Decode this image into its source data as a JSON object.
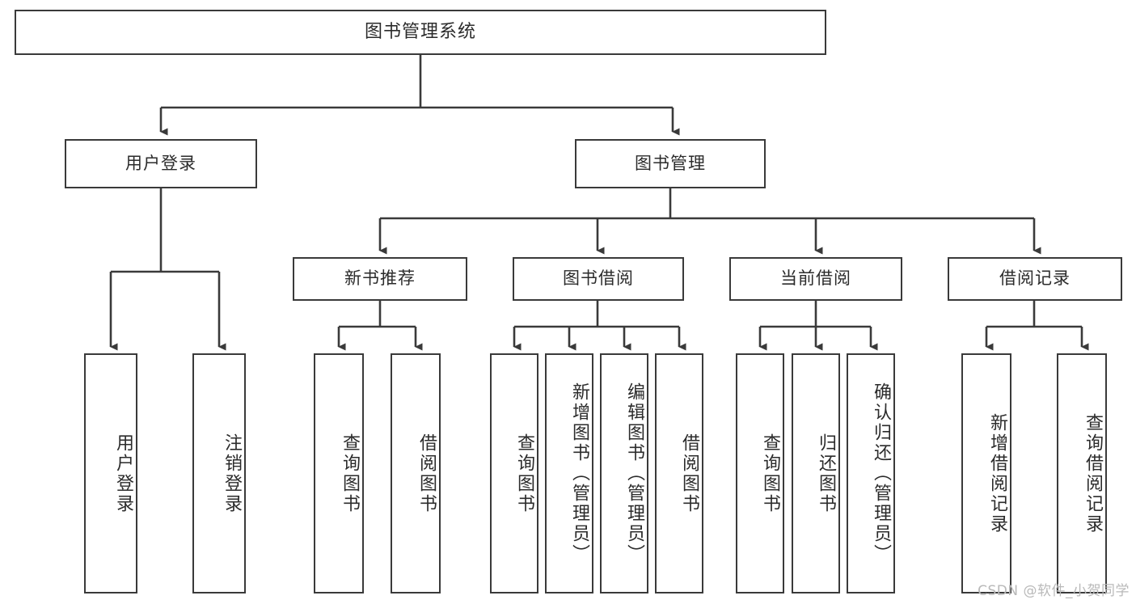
{
  "diagram": {
    "title": "图书管理系统",
    "root": {
      "label": "图书管理系统"
    },
    "level1": [
      {
        "label": "用户登录"
      },
      {
        "label": "图书管理"
      }
    ],
    "level2": [
      {
        "label": "新书推荐"
      },
      {
        "label": "图书借阅"
      },
      {
        "label": "当前借阅"
      },
      {
        "label": "借阅记录"
      }
    ],
    "leaves": [
      {
        "label": "用户登录"
      },
      {
        "label": "注销登录"
      },
      {
        "label": "查询图书"
      },
      {
        "label": "借阅图书"
      },
      {
        "label": "查询图书"
      },
      {
        "label": "新增图书（管理员）"
      },
      {
        "label": "编辑图书（管理员）"
      },
      {
        "label": "借阅图书"
      },
      {
        "label": "查询图书"
      },
      {
        "label": "归还图书"
      },
      {
        "label": "确认归还（管理员）"
      },
      {
        "label": "新增借阅记录"
      },
      {
        "label": "查询借阅记录"
      }
    ]
  },
  "watermark": {
    "text": "CSDN @软件_小贺同学"
  },
  "colors": {
    "stroke": "#3a3a3a",
    "text": "#2b2b2b",
    "background": "#ffffff",
    "watermark": "#b9b9b9"
  }
}
